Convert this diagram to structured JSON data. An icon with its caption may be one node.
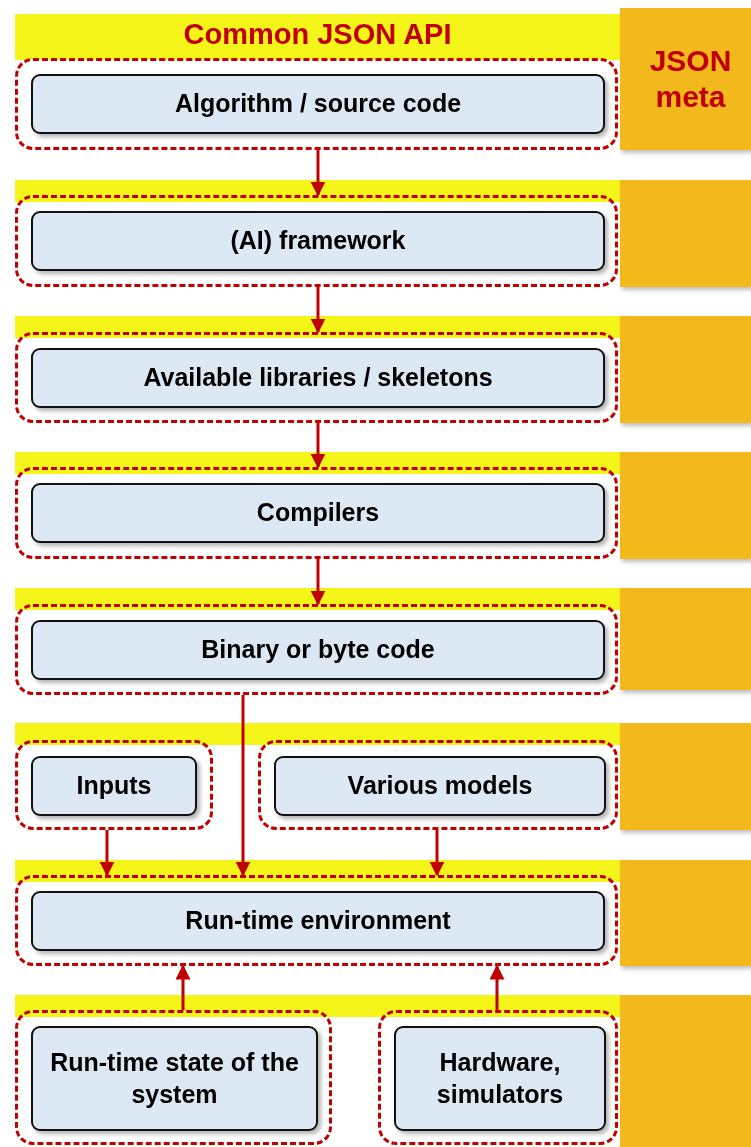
{
  "diagram": {
    "nodes": [
      {
        "text": [
          "Common JSON API"
        ]
      },
      {
        "text": [
          "JSON meta"
        ]
      },
      {
        "text": [],
        "shape": "box"
      },
      {
        "text": [
          "Algorithm / source code"
        ],
        "in": 2
      },
      {
        "text": [],
        "shape": "box"
      },
      {
        "text": [],
        "shape": "box"
      },
      {
        "text": [
          "(AI) framework"
        ],
        "in": 5
      },
      {
        "text": [],
        "shape": "box"
      },
      {
        "text": [],
        "shape": "box"
      },
      {
        "text": [
          "Available libraries / skeletons"
        ],
        "in": 8
      },
      {
        "text": [],
        "shape": "box"
      },
      {
        "text": [],
        "shape": "box"
      },
      {
        "text": [
          "Compilers"
        ],
        "in": 11
      },
      {
        "text": [],
        "shape": "box"
      },
      {
        "text": [],
        "shape": "box"
      },
      {
        "text": [
          "Binary or byte code"
        ],
        "in": 14
      },
      {
        "text": [],
        "shape": "box"
      },
      {
        "text": [],
        "shape": "box"
      },
      {
        "text": [
          "Inputs"
        ],
        "in": 17
      },
      {
        "text": [],
        "shape": "box"
      },
      {
        "text": [
          "Various models"
        ],
        "in": 19
      },
      {
        "text": [],
        "shape": "box"
      },
      {
        "text": [],
        "shape": "box"
      },
      {
        "text": [
          "Run-time environment"
        ],
        "in": 22
      },
      {
        "text": [],
        "shape": "box"
      },
      {
        "text": [],
        "shape": "box"
      },
      {
        "text": [
          "Run-time state of the system"
        ],
        "in": 25
      },
      {
        "text": [],
        "shape": "box"
      },
      {
        "text": [
          "Hardware, simulators"
        ],
        "in": 27
      }
    ],
    "edges": [
      {
        "from": 2,
        "to": 5,
        "arrow": "to"
      },
      {
        "from": 5,
        "to": 8,
        "arrow": "to"
      },
      {
        "from": 8,
        "to": 11,
        "arrow": "to"
      },
      {
        "from": 11,
        "to": 14,
        "arrow": "to"
      },
      {
        "from": 14,
        "to": 22,
        "arrow": "to"
      },
      {
        "from": 17,
        "to": 22,
        "arrow": "to"
      },
      {
        "from": 19,
        "to": 22,
        "arrow": "to"
      },
      {
        "from": 25,
        "to": 22,
        "arrow": "to"
      },
      {
        "from": 27,
        "to": 22,
        "arrow": "to"
      }
    ]
  }
}
